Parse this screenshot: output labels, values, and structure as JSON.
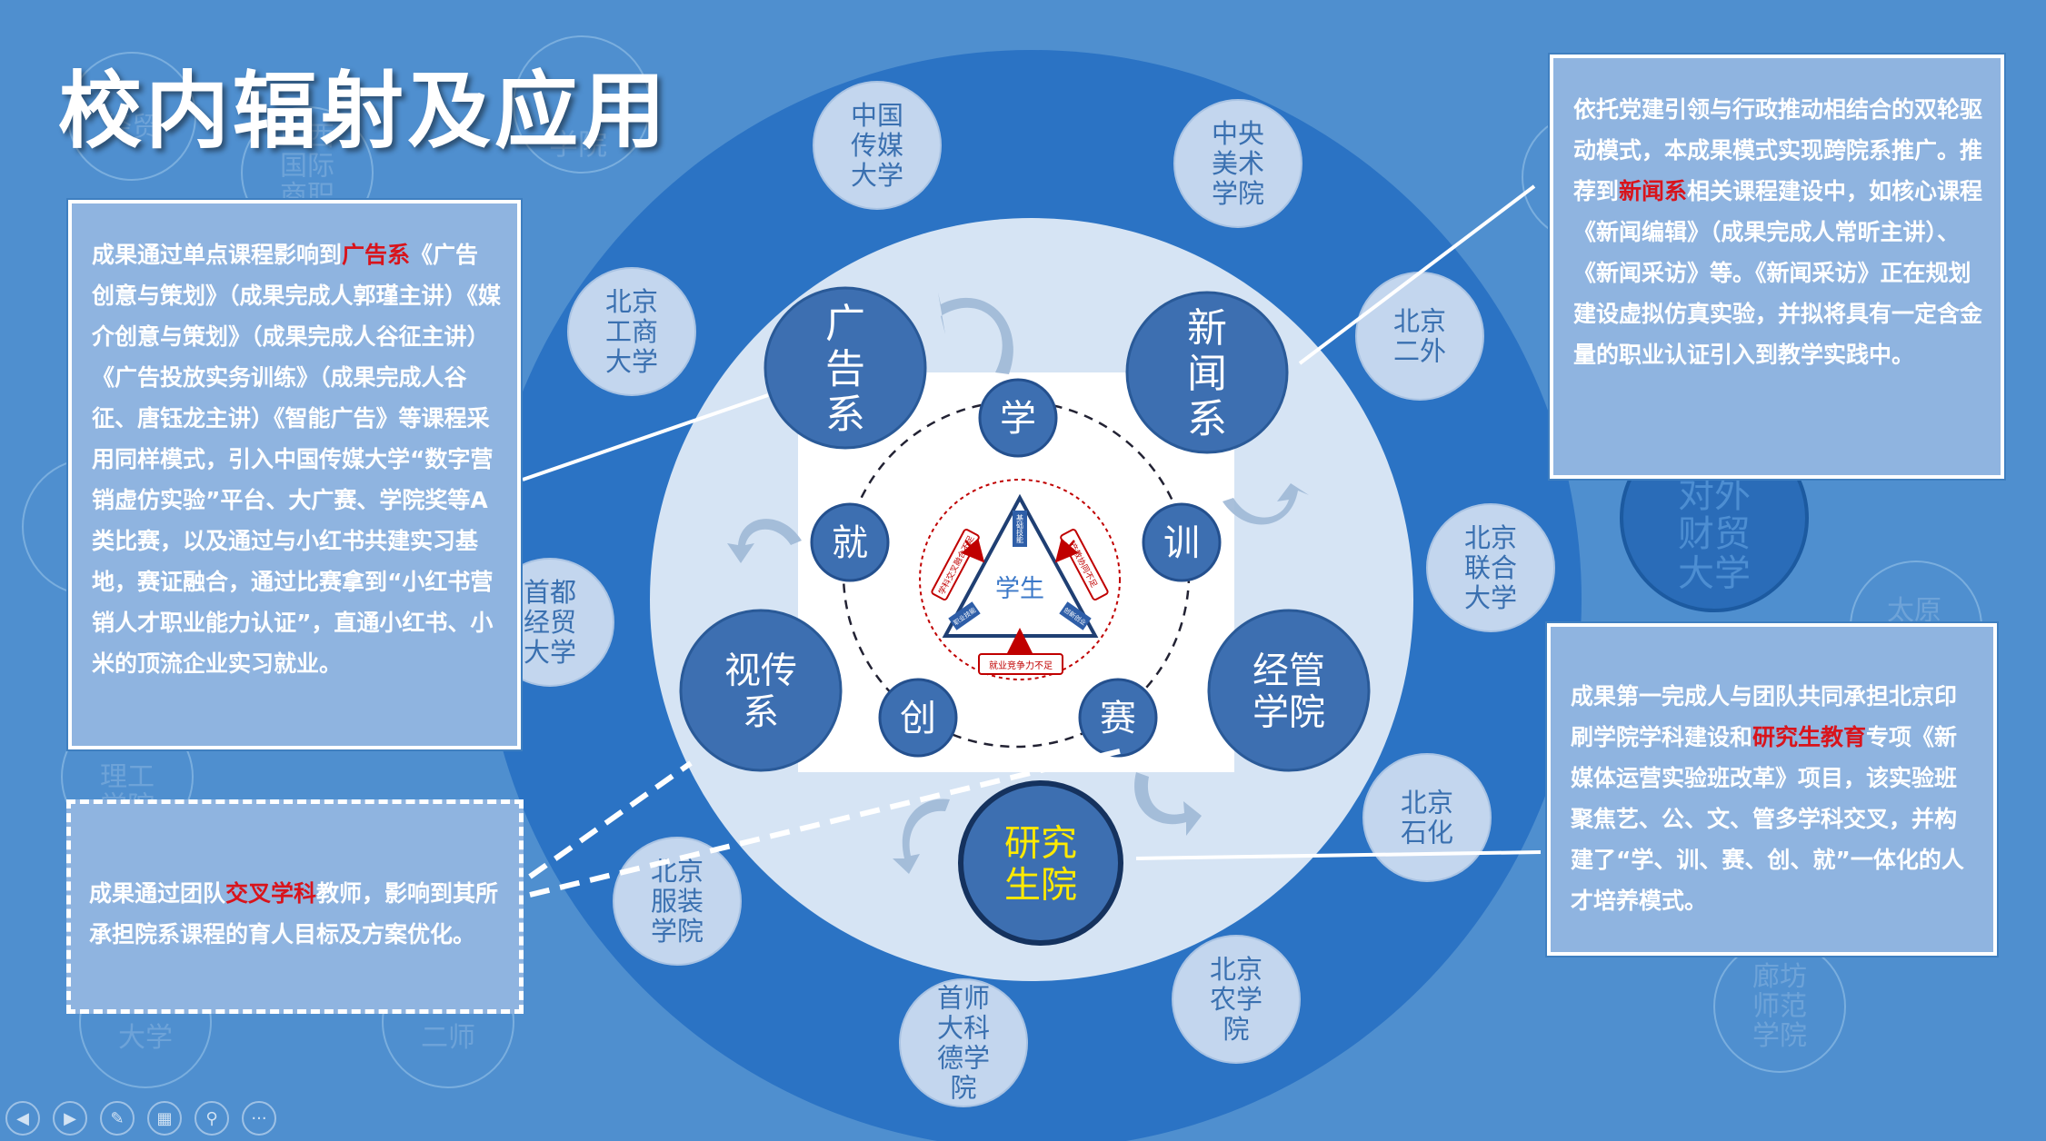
{
  "title": "校内辐射及应用",
  "colors": {
    "background": "#4f8fcf",
    "outer_ring": "#2b73c4",
    "inner_disc": "#d6e4f4",
    "node_fill": "#3d6fb1",
    "highlight_red": "#d8141c",
    "highlight_yellow": "#ffea00",
    "box_fill": "#8fb4e0"
  },
  "background_circles": [
    {
      "lines": [
        "经贸"
      ]
    },
    {
      "lines": [
        "山西",
        "国际",
        "商职"
      ]
    },
    {
      "lines": [
        "学院"
      ]
    },
    {
      "lines": [
        "理工",
        "学院"
      ]
    },
    {
      "lines": [
        "大学"
      ]
    },
    {
      "lines": [
        "二师"
      ]
    },
    {
      "lines": [
        "对外",
        "财贸",
        "大学"
      ]
    },
    {
      "lines": [
        "太原"
      ]
    },
    {
      "lines": [
        "廊坊",
        "师范",
        "学院"
      ]
    }
  ],
  "ring_schools": [
    {
      "id": "cuc",
      "lines": [
        "中国",
        "传媒",
        "大学"
      ]
    },
    {
      "id": "cafa",
      "lines": [
        "中央",
        "美术",
        "学院"
      ]
    },
    {
      "id": "btbu",
      "lines": [
        "北京",
        "工商",
        "大学"
      ]
    },
    {
      "id": "bisu",
      "lines": [
        "北京",
        "二外"
      ]
    },
    {
      "id": "buu",
      "lines": [
        "北京",
        "联合",
        "大学"
      ]
    },
    {
      "id": "cueb",
      "lines": [
        "首都",
        "经贸",
        "大学"
      ]
    },
    {
      "id": "bipt",
      "lines": [
        "北京",
        "石化"
      ]
    },
    {
      "id": "bift",
      "lines": [
        "北京",
        "服装",
        "学院"
      ]
    },
    {
      "id": "bua",
      "lines": [
        "北京",
        "农学",
        "院"
      ]
    },
    {
      "id": "cnu",
      "lines": [
        "首师",
        "大科",
        "德学",
        "院"
      ]
    }
  ],
  "departments": [
    {
      "id": "ads",
      "lines": [
        "广",
        "告",
        "系"
      ]
    },
    {
      "id": "news",
      "lines": [
        "新",
        "闻",
        "系"
      ]
    },
    {
      "id": "visual",
      "lines": [
        "视传",
        "系"
      ]
    },
    {
      "id": "mgmt",
      "lines": [
        "经管",
        "学院"
      ]
    },
    {
      "id": "grad",
      "lines": [
        "研究",
        "生院"
      ]
    }
  ],
  "cycle_nodes": [
    {
      "id": "learn",
      "label": "学"
    },
    {
      "id": "train",
      "label": "训"
    },
    {
      "id": "compete",
      "label": "赛"
    },
    {
      "id": "create",
      "label": "创"
    },
    {
      "id": "employ",
      "label": "就"
    }
  ],
  "triangle": {
    "center": "学生",
    "top_label": "基础技能",
    "left_small": "职业技能",
    "right_small": "创新创业",
    "left_box": "学科交叉融合不足",
    "right_box": "产教协同不足",
    "bottom_box": "就业竞争力不足"
  },
  "left_box_1": {
    "segments": [
      {
        "t": "成果通过单点课程影响到"
      },
      {
        "t": "广告系",
        "hl": true
      },
      {
        "t": "《广告创意与策划》（成果完成人郭瑾主讲）《媒介创意与策划》（成果完成人谷征主讲）《广告投放实务训练》（成果完成人谷征、唐钰龙主讲）《智能广告》等课程采用同样模式，引入中国传媒大学“数字营销虚仿实验”平台、大广赛、学院奖等A类比赛，以及通过与小红书共建实习基地，赛证融合，通过比赛拿到“小红书营销人才职业能力认证”，直通小红书、小米的顶流企业实习就业。"
      }
    ]
  },
  "left_box_2": {
    "segments": [
      {
        "t": "成果通过团队"
      },
      {
        "t": "交叉学科",
        "hl": true
      },
      {
        "t": "教师，影响到其所承担院系课程的育人目标及方案优化。"
      }
    ]
  },
  "right_box_1": {
    "segments": [
      {
        "t": "依托党建引领与行政推动相结合的双轮驱动模式，本成果模式实现跨院系推广。推荐到"
      },
      {
        "t": "新闻系",
        "hl": true
      },
      {
        "t": "相关课程建设中，如核心课程《新闻编辑》（成果完成人常昕主讲）、《新闻采访》等。《新闻采访》正在规划建设虚拟仿真实验，并拟将具有一定含金量的职业认证引入到教学实践中。"
      }
    ]
  },
  "right_box_2": {
    "segments": [
      {
        "t": "成果第一完成人与团队共同承担北京印刷学院学科建设和"
      },
      {
        "t": "研究生教育",
        "hl": true
      },
      {
        "t": "专项《新媒体运营实验班改革》项目，该实验班聚焦艺、公、文、管多学科交叉，并构建了“学、训、赛、创、就”一体化的人才培养模式。"
      }
    ]
  },
  "toolbar": [
    {
      "name": "prev-icon",
      "glyph": "◀"
    },
    {
      "name": "next-icon",
      "glyph": "▶"
    },
    {
      "name": "pen-icon",
      "glyph": "✎"
    },
    {
      "name": "slides-icon",
      "glyph": "▦"
    },
    {
      "name": "zoom-icon",
      "glyph": "⚲"
    },
    {
      "name": "more-icon",
      "glyph": "···"
    }
  ]
}
